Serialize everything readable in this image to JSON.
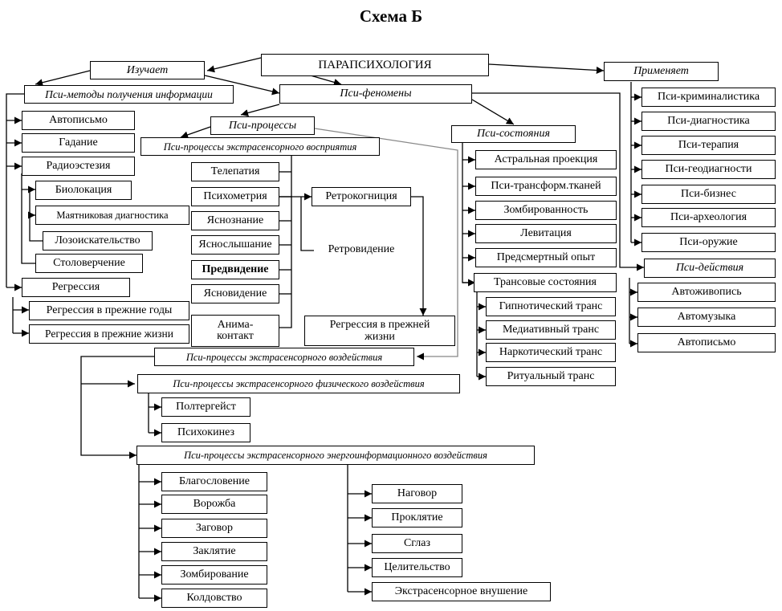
{
  "title": "Схема Б",
  "nodes": {
    "root": "ПАРАПСИХОЛОГИЯ",
    "izuchaet": "Изучает",
    "primenyaet": "Применяет",
    "psi_metody": "Пси-методы получения информации",
    "psi_fenomeny": "Пси-феномены",
    "psi_processy": "Пси-процессы",
    "psi_sostoyaniya": "Пси-состояния",
    "psi_deystviya": "Пси-действия",
    "esp_vospriyatie": "Пси-процессы экстрасенсорного восприятия",
    "esp_vozdeystvie": "Пси-процессы экстрасенсорного воздействия",
    "esp_fizicheskoe": "Пси-процессы экстрасенсорного физического воздействия",
    "esp_energo": "Пси-процессы экстрасенсорного энергоинформационного воздействия",
    "avtopismo": "Автописьмо",
    "gadanie": "Гадание",
    "radioesteziya": "Радиоэстезия",
    "biolokaciya": "Биолокация",
    "mayatnik": "Маятниковая диагностика",
    "lozoiskatelstvo": "Лозоискательство",
    "stoloverchenie": "Столоверчение",
    "regressiya": "Регрессия",
    "regressiya_gody": "Регрессия в прежние годы",
    "regressiya_zhizni": "Регрессия в прежние жизни",
    "telepatiya": "Телепатия",
    "psihometriya": "Психометрия",
    "yasnoznanie": "Яснознание",
    "yasnoslyshanie": "Яснослышание",
    "predvidenie": "Предвидение",
    "yasnovidenie": "Ясновидение",
    "anima_kontakt": "Анима-контакт",
    "retrokogniciya": "Ретрокогниция",
    "retrovidenie": "Ретровидение",
    "regressiya_prezhney": "Регрессия в прежней жизни",
    "astral": "Астральная проекция",
    "transform": "Пси-трансформ.тканей",
    "zombirovannost": "Зомбированность",
    "levitaciya": "Левитация",
    "predsmertny": "Предсмертный опыт",
    "transovye": "Трансовые состояния",
    "gipnoticheskiy": "Гипнотический транс",
    "mediativny": "Медиативный транс",
    "narkoticheskiy": "Наркотический транс",
    "ritualny": "Ритуальный транс",
    "kriminalistika": "Пси-криминалистика",
    "diagnostika": "Пси-диагностика",
    "terapiya": "Пси-терапия",
    "geodiagnosti": "Пси-геодиагности",
    "biznes": "Пси-бизнес",
    "arheologiya": "Пси-археология",
    "oruzhie": "Пси-оружие",
    "avtozhivopis": "Автоживопись",
    "avtomuzyka": "Автомузыка",
    "avtopismo2": "Автописьмо",
    "poltergeist": "Полтергейст",
    "psihokinez": "Психокинез",
    "blagoslovenie": "Благословение",
    "vorozhba": "Ворожба",
    "zagovor": "Заговор",
    "zaklyatie": "Заклятие",
    "zombirovanie": "Зомбирование",
    "koldovstvo": "Колдовство",
    "nagovor": "Наговор",
    "proklyatie": "Проклятие",
    "sglaz": "Сглаз",
    "celitelstvo": "Целительство",
    "vnushenie": "Экстрасенсорное внушение"
  }
}
